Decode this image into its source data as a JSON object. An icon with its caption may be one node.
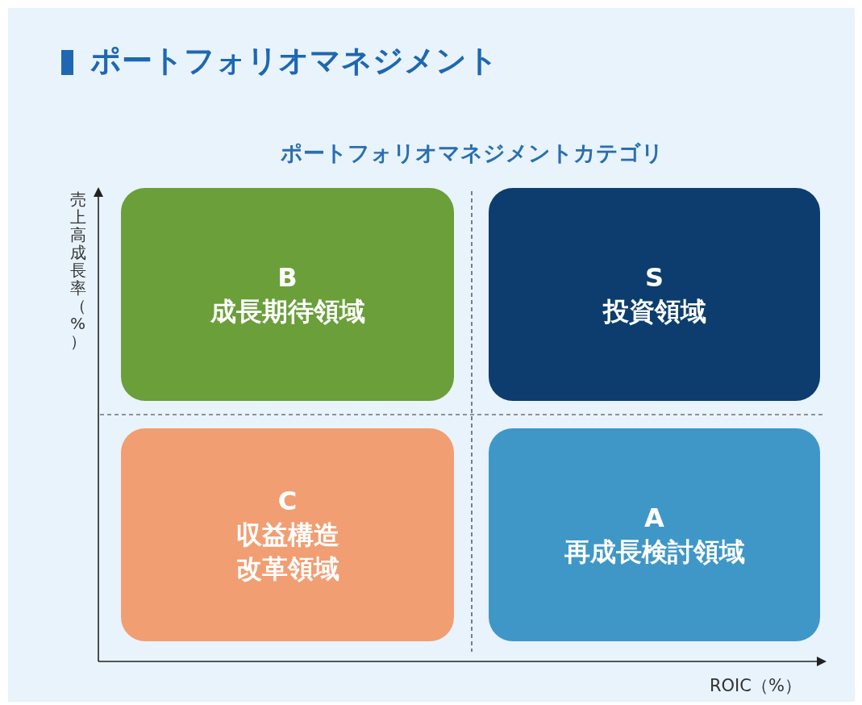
{
  "diagram": {
    "title": "ポートフォリオマネジメント",
    "nodes": [
      {
        "text": [
          "B",
          "成長期待領域"
        ]
      },
      {
        "text": [
          "S",
          "投資領域"
        ]
      },
      {
        "text": [
          "C",
          "収益構造改革領域"
        ]
      },
      {
        "text": [
          "A",
          "再成長検討領域"
        ]
      }
    ],
    "labels": [
      "ポートフォリオマネジメントカテゴリ",
      "売上高成長率（%）",
      "ROIC（%）"
    ]
  }
}
